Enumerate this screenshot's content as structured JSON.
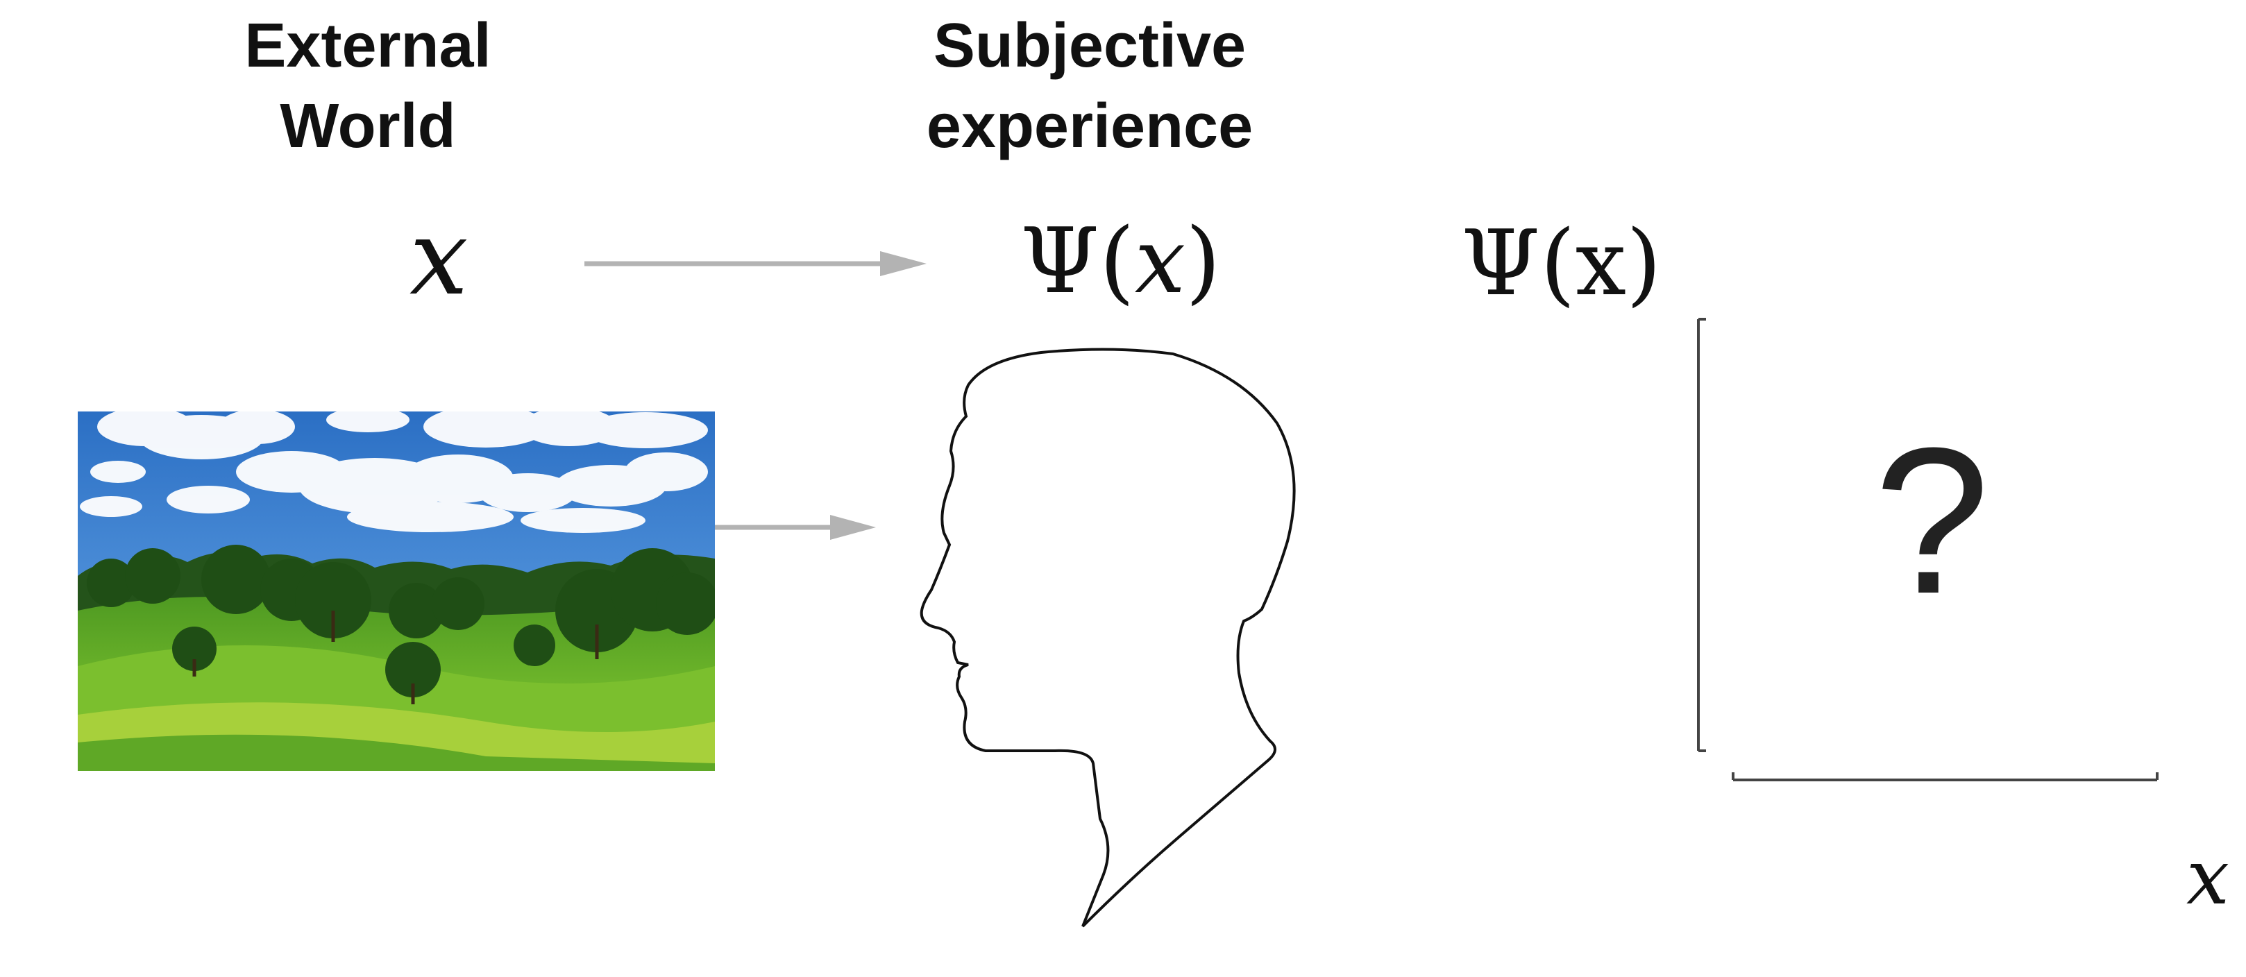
{
  "headings": {
    "external": [
      "External",
      "World"
    ],
    "subjective": [
      "Subjective",
      "experience"
    ]
  },
  "math": {
    "x_symbol": "x",
    "psi_symbol": "Ψ",
    "open_paren": "(",
    "close_paren": ")"
  },
  "plot": {
    "question": "?",
    "x_axis_label": "x",
    "y_axis_label": "Ψ(x)"
  },
  "colors": {
    "arrow": "#b3b3b3",
    "axis": "#444444",
    "outline": "#111111",
    "sky_top": "#2f74c8",
    "sky_bottom": "#8fc4ef",
    "grass": "#5aa424",
    "grass_light": "#a8d238",
    "tree_dark": "#1e4d14"
  },
  "icons": {
    "landscape": "landscape-photo",
    "head": "head-silhouette-icon"
  }
}
